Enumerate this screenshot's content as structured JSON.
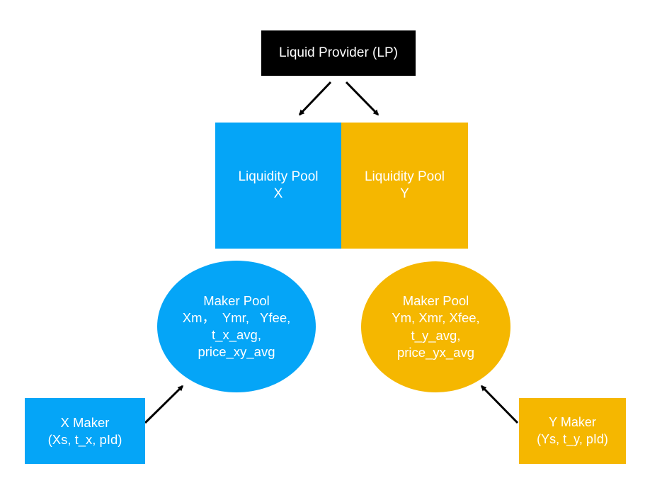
{
  "nodes": {
    "lp": {
      "label": "Liquid Provider (LP)",
      "color": "#000000"
    },
    "pool_x": {
      "line1": "Liquidity Pool",
      "line2": "X",
      "color": "#05a5f7"
    },
    "pool_y": {
      "line1": "Liquidity Pool",
      "line2": "Y",
      "color": "#f5b700"
    },
    "maker_pool_x": {
      "lines": [
        "Maker Pool",
        "Xm，  Ymr,   Yfee,",
        "t_x_avg,",
        "price_xy_avg"
      ],
      "color": "#05a5f7"
    },
    "maker_pool_y": {
      "lines": [
        "Maker Pool",
        "Ym, Xmr, Xfee,",
        "t_y_avg,",
        "price_yx_avg"
      ],
      "color": "#f5b700"
    },
    "maker_x": {
      "line1": "X Maker",
      "line2": "(Xs, t_x, pId)",
      "color": "#05a5f7"
    },
    "maker_y": {
      "line1": "Y Maker",
      "line2": "(Ys, t_y, pId)",
      "color": "#f5b700"
    }
  },
  "edges": [
    {
      "from": "lp",
      "to": "pool_x"
    },
    {
      "from": "lp",
      "to": "pool_y"
    },
    {
      "from": "maker_x",
      "to": "maker_pool_x"
    },
    {
      "from": "maker_y",
      "to": "maker_pool_y"
    }
  ],
  "arrow_color": "#000000"
}
